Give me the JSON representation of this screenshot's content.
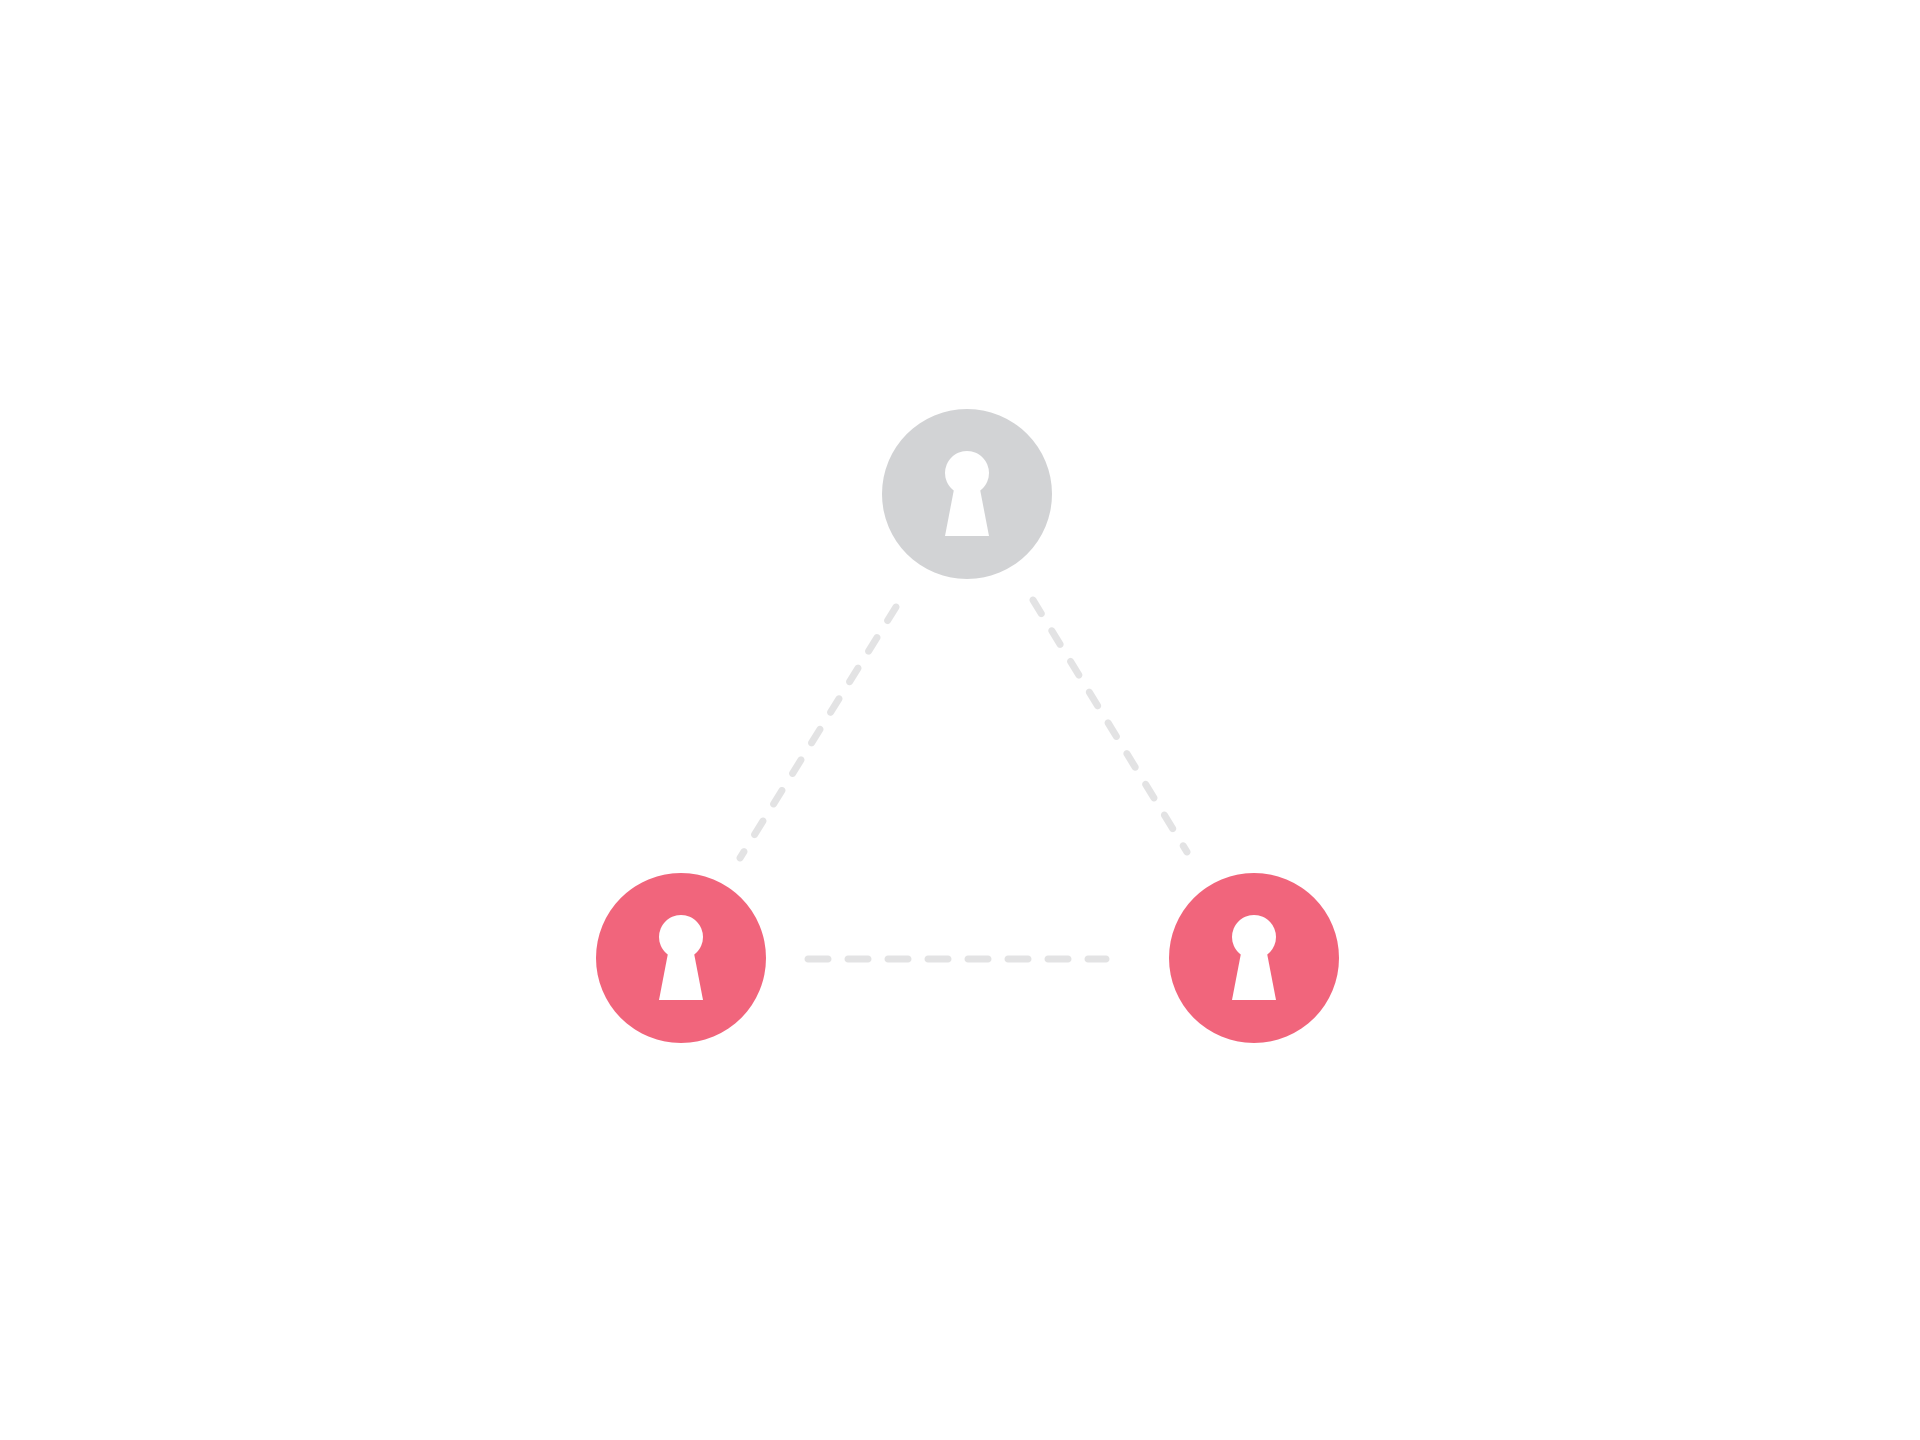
{
  "diagram": {
    "background": "#ffffff",
    "connector_color": "#e3e3e4",
    "nodes": [
      {
        "id": "top",
        "state": "inactive",
        "color": "#d2d3d5",
        "icon": "keyhole-icon"
      },
      {
        "id": "bottom-left",
        "state": "active",
        "color": "#f1657c",
        "icon": "keyhole-icon"
      },
      {
        "id": "bottom-right",
        "state": "active",
        "color": "#f1657c",
        "icon": "keyhole-icon"
      }
    ],
    "edges": [
      {
        "from": "top",
        "to": "bottom-left",
        "style": "dashed"
      },
      {
        "from": "top",
        "to": "bottom-right",
        "style": "dashed"
      },
      {
        "from": "bottom-left",
        "to": "bottom-right",
        "style": "dashed"
      }
    ]
  }
}
